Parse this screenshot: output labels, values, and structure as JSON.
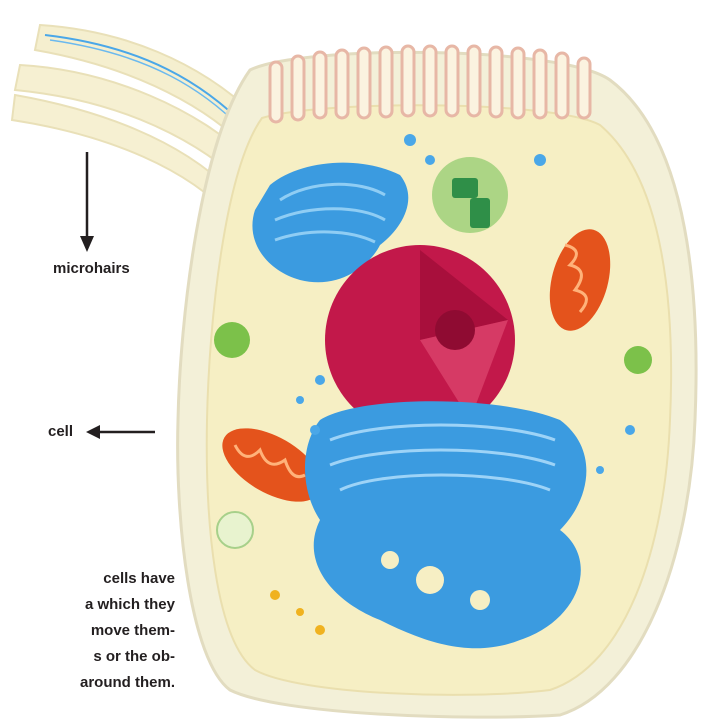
{
  "labels": {
    "microhairs": "microhairs",
    "cell": "cell"
  },
  "caption": {
    "lines": [
      "cells have",
      "a which they",
      "move them-",
      "s or the ob-",
      "around them."
    ]
  },
  "colors": {
    "cytoplasm": "#f6efc4",
    "membrane": "#f3f0d8",
    "nucleus": "#c2184a",
    "er": "#3b9be0",
    "mitochondria": "#e4531c",
    "vesicle": "#7cc14a",
    "cilia": "#4aa7e8"
  }
}
